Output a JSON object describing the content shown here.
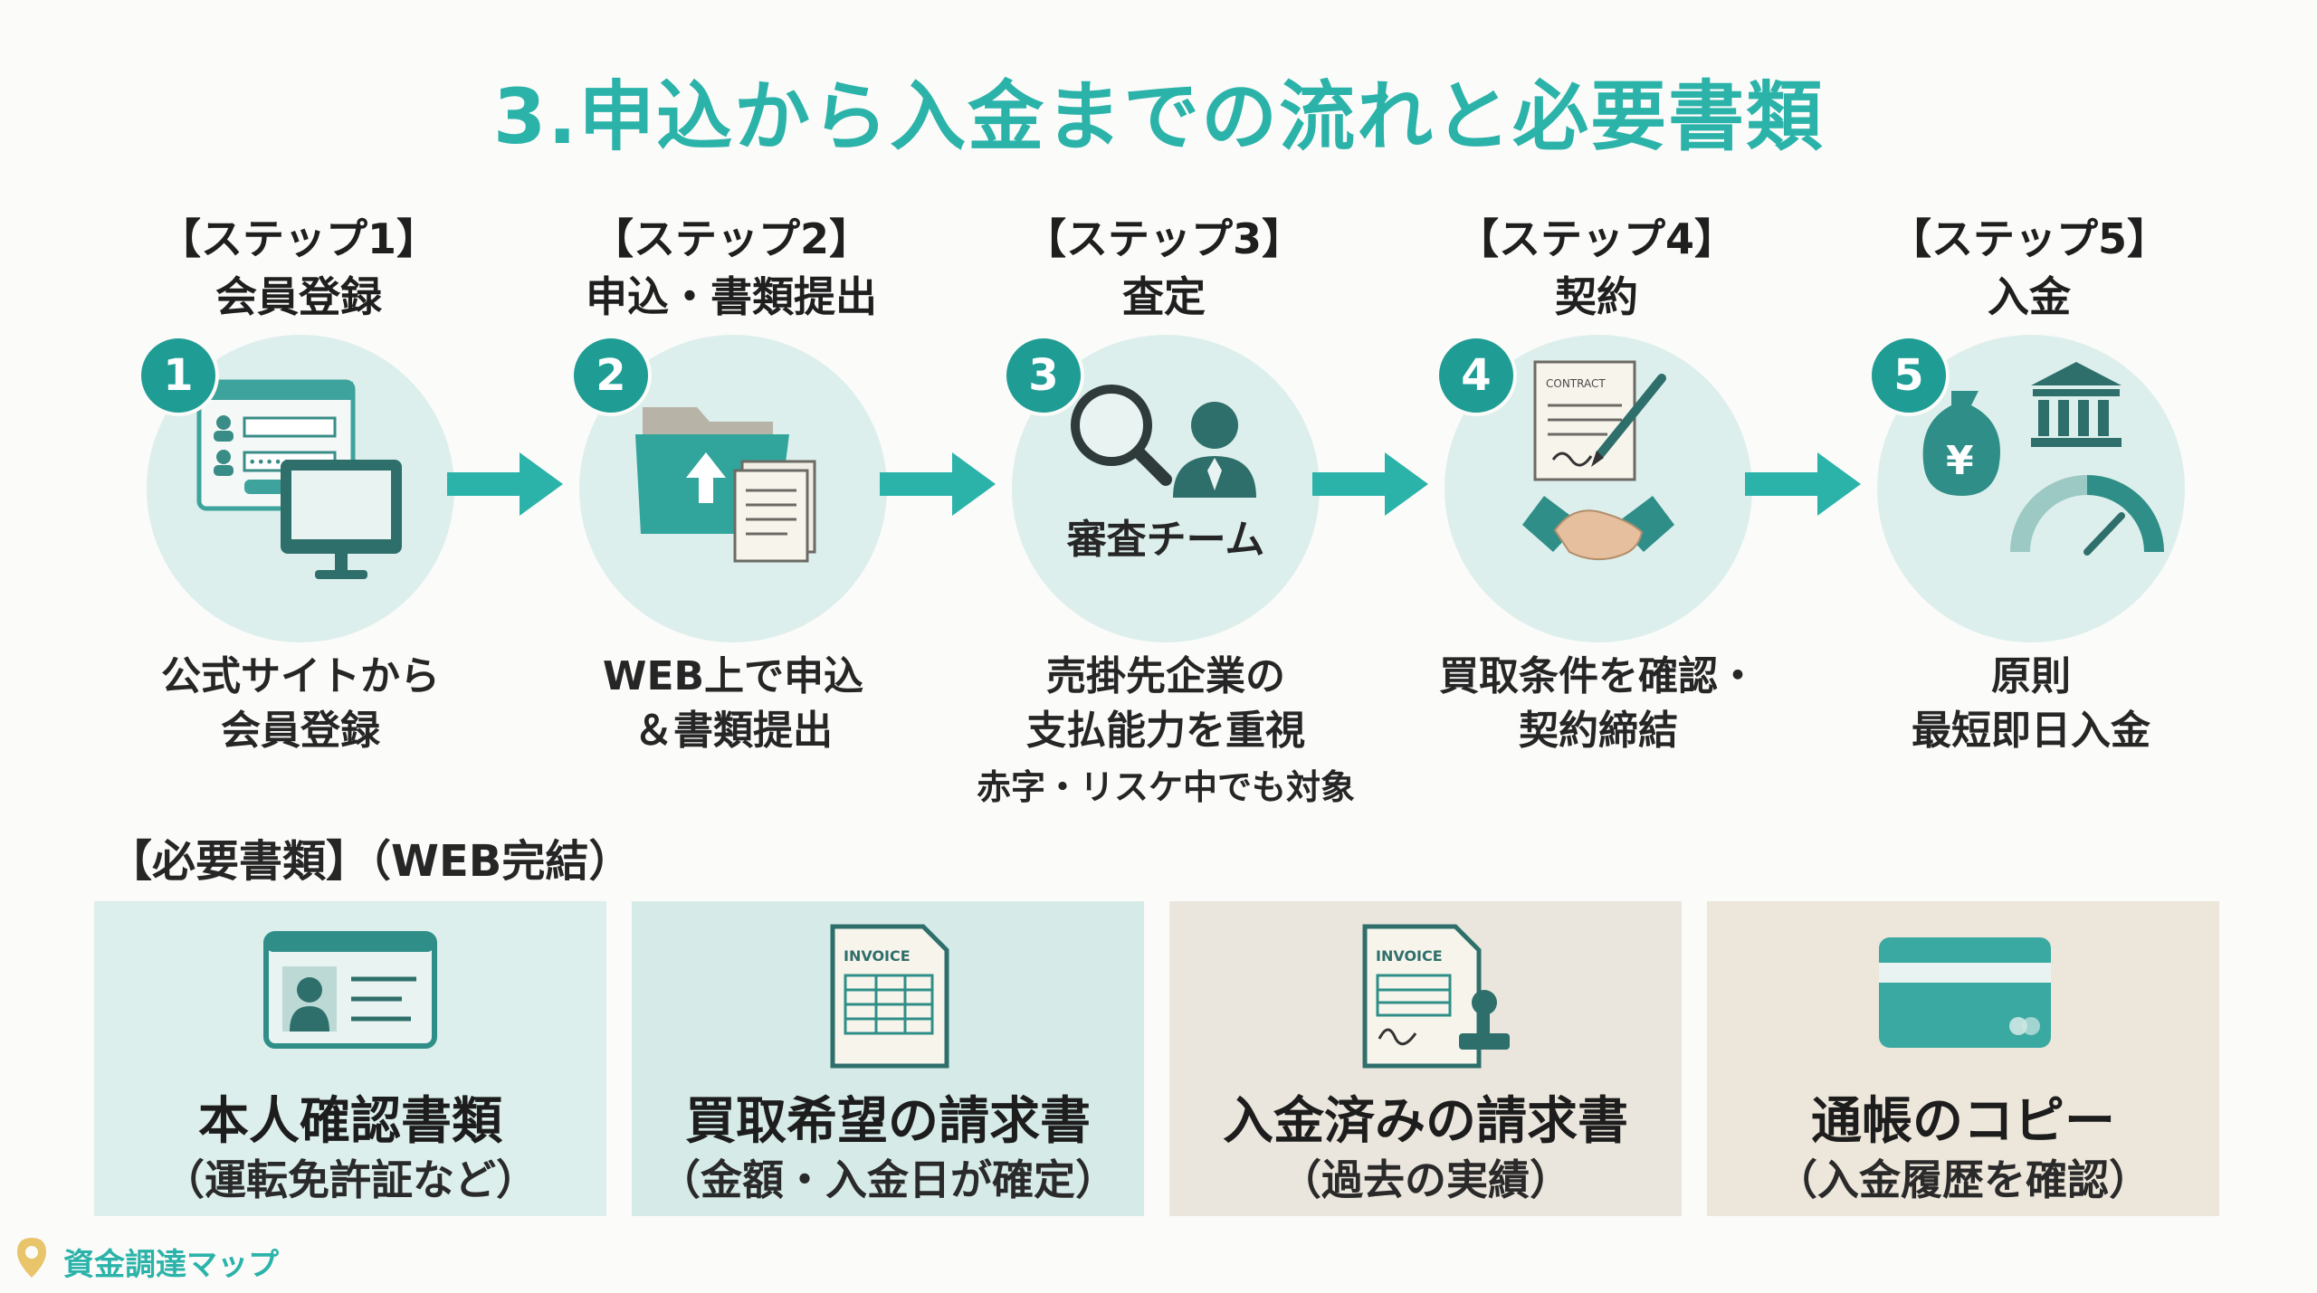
{
  "title": "3.申込から入金までの流れと必要書類",
  "steps": [
    {
      "label": "【ステップ1】",
      "name": "会員登録",
      "num": "1",
      "desc1": "公式サイトから",
      "desc2": "会員登録",
      "icon": "registration-screen-icon"
    },
    {
      "label": "【ステップ2】",
      "name": "申込・書類提出",
      "num": "2",
      "desc1": "WEB上で申込",
      "desc2": "＆書類提出",
      "icon": "folder-upload-icon"
    },
    {
      "label": "【ステップ3】",
      "name": "査定",
      "num": "3",
      "desc1": "売掛先企業の",
      "desc2": "支払能力を重視",
      "desc3": "赤字・リスケ中でも対象",
      "team": "審査チーム",
      "icon": "magnifier-person-icon"
    },
    {
      "label": "【ステップ4】",
      "name": "契約",
      "num": "4",
      "desc1": "買取条件を確認・",
      "desc2": "契約締結",
      "icon": "contract-handshake-icon",
      "contract_word": "CONTRACT"
    },
    {
      "label": "【ステップ5】",
      "name": "入金",
      "num": "5",
      "desc1": "原則",
      "desc2": "最短即日入金",
      "icon": "money-bank-speed-icon",
      "yen": "¥"
    }
  ],
  "docs_title": "【必要書類】（WEB完結）",
  "docs": [
    {
      "main": "本人確認書類",
      "sub": "（運転免許証など）",
      "icon": "id-card-icon",
      "bg": "#dcefec"
    },
    {
      "main": "買取希望の請求書",
      "sub": "（金額・入金日が確定）",
      "icon": "invoice-icon",
      "bg": "#d6ebe8",
      "invoice_word": "INVOICE"
    },
    {
      "main": "入金済みの請求書",
      "sub": "（過去の実績）",
      "icon": "stamped-invoice-icon",
      "bg": "#ebe6dd",
      "invoice_word": "INVOICE"
    },
    {
      "main": "通帳のコピー",
      "sub": "（入金履歴を確認）",
      "icon": "bank-card-icon",
      "bg": "#ede6da"
    }
  ],
  "brand": "資金調達マップ",
  "colors": {
    "accent": "#2bb3aa",
    "dark_teal": "#1f9d95",
    "circle": "#dcefec"
  }
}
